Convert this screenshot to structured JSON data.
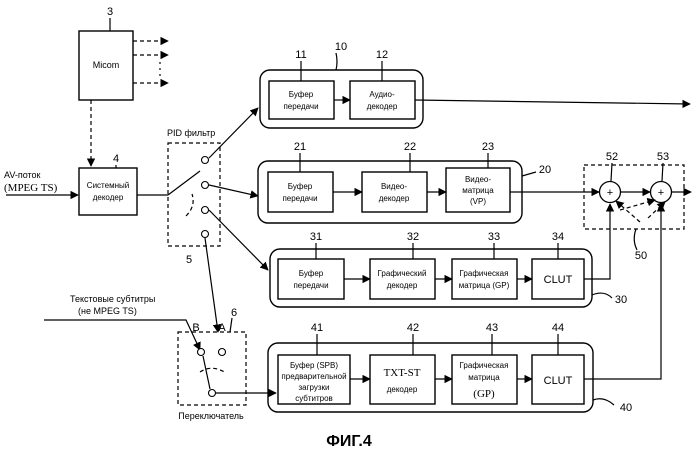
{
  "figure_caption": "ФИГ.4",
  "input": {
    "label_line1": "AV-поток",
    "label_line2": "(MPEG TS)"
  },
  "subtitles_input": {
    "line1": "Текстовые субтитры",
    "line2": "(не MPEG TS)"
  },
  "pid_filter_label": "PID фильтр",
  "switch_label": "Переключатель",
  "switch_terminals": {
    "a": "A",
    "b": "B"
  },
  "micom": {
    "label": "Micom",
    "ref": "3"
  },
  "system_decoder": {
    "line1": "Системный",
    "line2": "декодер",
    "ref": "4"
  },
  "refs": {
    "pid_filter": "5",
    "switch": "6",
    "audio_group": "10",
    "video_group": "20",
    "graphic_group": "30",
    "text_group": "40",
    "mixer_group": "50"
  },
  "audio_group": {
    "transfer_buffer": {
      "line1": "Буфер",
      "line2": "передачи",
      "ref": "11"
    },
    "audio_decoder": {
      "line1": "Аудио-",
      "line2": "декодер",
      "ref": "12"
    }
  },
  "video_group": {
    "transfer_buffer": {
      "line1": "Буфер",
      "line2": "передачи",
      "ref": "21"
    },
    "video_decoder": {
      "line1": "Видео-",
      "line2": "декодер",
      "ref": "22"
    },
    "video_matrix": {
      "line1": "Видео-",
      "line2": "матрица",
      "line3": "(VP)",
      "ref": "23"
    }
  },
  "graphic_group": {
    "transfer_buffer": {
      "line1": "Буфер",
      "line2": "передачи",
      "ref": "31"
    },
    "graphic_decoder": {
      "line1": "Графический",
      "line2": "декодер",
      "ref": "32"
    },
    "graphic_matrix": {
      "line1": "Графическая",
      "line2": "матрица (GP)",
      "ref": "33"
    },
    "clut": {
      "label": "CLUT",
      "ref": "34"
    }
  },
  "text_group": {
    "preload_buffer": {
      "line1": "Буфер (SPB)",
      "line2": "предварительной",
      "line3": "загрузки",
      "line4": "субтитров",
      "ref": "41"
    },
    "txt_decoder": {
      "line1": "TXT-ST",
      "line2": "декодер",
      "ref": "42"
    },
    "graphic_matrix": {
      "line1": "Графическая",
      "line2": "матрица",
      "line3": "(GP)",
      "ref": "43"
    },
    "clut": {
      "label": "CLUT",
      "ref": "44"
    }
  },
  "mixers": {
    "plus_symbol": "+",
    "ref_first": "52",
    "ref_second": "53"
  }
}
